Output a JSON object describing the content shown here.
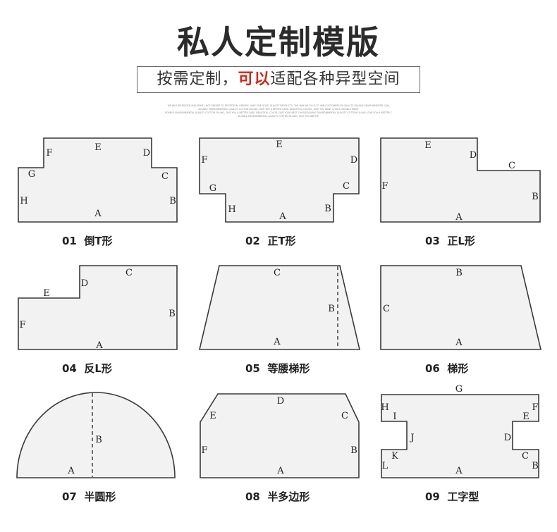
{
  "header": {
    "title": "私人定制模版",
    "subtitle_a": "按需定制，",
    "subtitle_b": "可以",
    "subtitle_c": "适配各种异型空间"
  },
  "fine_print": [
    "WE WILL BE BIGGER AND MORE | NOT RESORT TO DECEPTION. ORDERS. ONLY FIVE GOOD QUALITY PRODUCTS. THE WAY WE GO IS TO WIN CUSTOMERS BY QUALITY. DOUBLE ENVIRONMENTAL QUA",
    "DOUBLE ENVIRONMENTAL QUALITY COTTON FILLING, GIVE YOU A BETTER CARE. BEAUTIFUL COLORS, GIVE YOU MANY CHOICE DOUBLE ENVIR",
    "DOUBLE ENVIRONMENTAL QUALITY COTTON FILLING, GIVE YOU A BETTER CARE. BEAUTIFUL COLOR, GIVE YOUR BEST CHOICEDOUBLE ENVIRONMENTAL QUALITY COTTON FILLING, GIVE YOU A BETTER C",
    "DOUBLE ENVIRONMENTAL QUALITY COTTON FILLING, GIVE YOU ABETTE"
  ],
  "shapes": [
    {
      "id": "01",
      "caption_num": "01",
      "caption": "倒T形",
      "labels": {
        "A": "A",
        "B": "B",
        "C": "C",
        "D": "D",
        "E": "E",
        "F": "F",
        "G": "G",
        "H": "H"
      }
    },
    {
      "id": "02",
      "caption_num": "02",
      "caption": "正T形",
      "labels": {
        "A": "A",
        "B": "B",
        "C": "C",
        "D": "D",
        "E": "E",
        "F": "F",
        "G": "G",
        "H": "H"
      }
    },
    {
      "id": "03",
      "caption_num": "03",
      "caption": "正L形",
      "labels": {
        "A": "A",
        "B": "B",
        "C": "C",
        "D": "D",
        "E": "E",
        "F": "F"
      }
    },
    {
      "id": "04",
      "caption_num": "04",
      "caption": "反L形",
      "labels": {
        "A": "A",
        "B": "B",
        "C": "C",
        "D": "D",
        "E": "E",
        "F": "F"
      }
    },
    {
      "id": "05",
      "caption_num": "05",
      "caption": "等腰梯形",
      "labels": {
        "A": "A",
        "B": "B",
        "C": "C"
      }
    },
    {
      "id": "06",
      "caption_num": "06",
      "caption": "梯形",
      "labels": {
        "A": "A",
        "B": "B",
        "C": "C"
      }
    },
    {
      "id": "07",
      "caption_num": "07",
      "caption": "半圆形",
      "labels": {
        "A": "A",
        "B": "B"
      }
    },
    {
      "id": "08",
      "caption_num": "08",
      "caption": "半多边形",
      "labels": {
        "A": "A",
        "B": "B",
        "C": "C",
        "D": "D",
        "E": "E",
        "F": "F"
      }
    },
    {
      "id": "09",
      "caption_num": "09",
      "caption": "工字型",
      "labels": {
        "A": "A",
        "B": "B",
        "C": "C",
        "D": "D",
        "E": "E",
        "F": "F",
        "G": "G",
        "H": "H",
        "I": "I",
        "J": "J",
        "K": "K",
        "L": "L"
      }
    }
  ]
}
